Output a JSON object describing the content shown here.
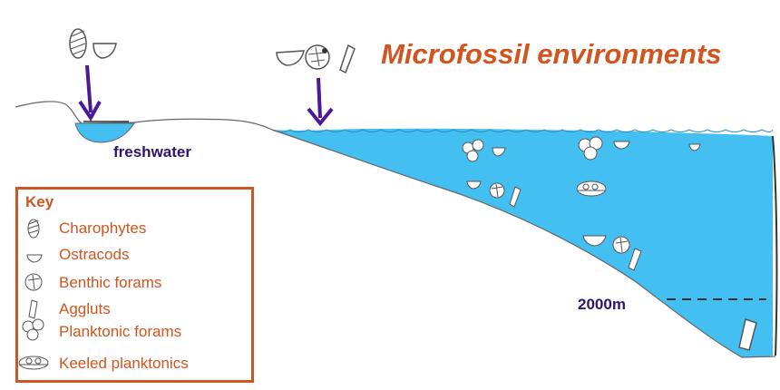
{
  "title": "Microfossil environments",
  "labels": {
    "freshwater": "freshwater",
    "depth": "2000m"
  },
  "key": {
    "title": "Key",
    "items": [
      {
        "label": "Charophytes",
        "icon": "charophyte-icon"
      },
      {
        "label": "Ostracods",
        "icon": "ostracod-icon"
      },
      {
        "label": "Benthic forams",
        "icon": "benthic-foram-icon"
      },
      {
        "label": "Aggluts",
        "icon": "agglut-icon"
      },
      {
        "label": "Planktonic forams",
        "icon": "planktonic-foram-icon"
      },
      {
        "label": "Keeled planktonics",
        "icon": "keeled-planktonic-icon"
      }
    ]
  },
  "colors": {
    "water": "#44bff2",
    "title": "#d2541e",
    "label": "#2e1470",
    "arrow": "#4a1a96",
    "outline": "#555555"
  }
}
